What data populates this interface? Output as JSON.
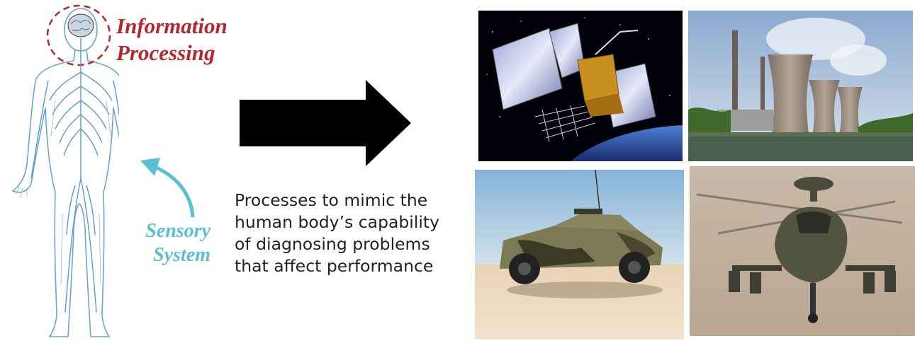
{
  "labels": {
    "information_processing": [
      "Information",
      "Processing"
    ],
    "sensory_system": [
      "Sensory",
      "System"
    ]
  },
  "caption": [
    "Processes to mimic the",
    "human body’s capability",
    "of diagnosing problems",
    "that affect performance"
  ],
  "colors": {
    "info_label": "#b7252d",
    "sensory_label": "#5bbfd3",
    "arrow": "#000000",
    "nerves": "#5a9cc8"
  },
  "images": [
    "satellite",
    "power-plant-cooling-towers",
    "military-humvee",
    "attack-helicopter"
  ]
}
